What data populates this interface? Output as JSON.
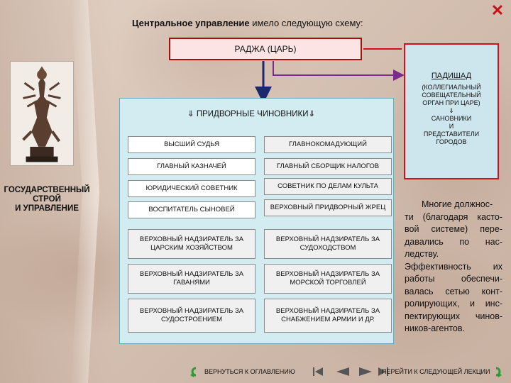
{
  "heading": {
    "bold": "Центральное управление",
    "rest": " имело следующую схему:"
  },
  "raja": "РАДЖА (ЦАРЬ)",
  "padishad": {
    "title": "ПАДИШАД",
    "text": "(КОЛЛЕГИАЛЬНЫЙ\nСОВЕЩАТЕЛЬНЫЙ\nОРГАН ПРИ ЦАРЕ)\n⇓\nСАНОВНИКИ\nИ\nПРЕДСТАВИТЕЛИ\nГОРОДОВ"
  },
  "officials_title": "⇓ ПРИДВОРНЫЕ ЧИНОВНИКИ⇓",
  "side_title": "ГОСУДАРСТВЕННЫЙ\nСТРОЙ\nИ УПРАВЛЕНИЕ",
  "cells": {
    "r1": [
      "ВЫСШИЙ СУДЬЯ",
      "ГЛАВНОКОМАДУЮЩИЙ"
    ],
    "r2": [
      "ГЛАВНЫЙ КАЗНАЧЕЙ",
      "ГЛАВНЫЙ СБОРЩИК НАЛОГОВ"
    ],
    "r3": [
      "ЮРИДИЧЕСКИЙ СОВЕТНИК",
      "СОВЕТНИК ПО ДЕЛАМ КУЛЬТА"
    ],
    "r4": [
      "ВОСПИТАТЕЛЬ СЫНОВЕЙ",
      "ВЕРХОВНЫЙ ПРИДВОРНЫЙ ЖРЕЦ"
    ],
    "r5": [
      "ВЕРХОВНЫЙ НАДЗИРАТЕЛЬ ЗА ЦАРСКИМ ХОЗЯЙСТВОМ",
      "ВЕРХОВНЫЙ НАДЗИРАТЕЛЬ ЗА СУДОХОДСТВОМ"
    ],
    "r6": [
      "ВЕРХОВНЫЙ НАДЗИРАТЕЛЬ ЗА ГАВАНЯМИ",
      "ВЕРХОВНЫЙ НАДЗИРАТЕЛЬ ЗА МОРСКОЙ ТОРГОВЛЕЙ"
    ],
    "r7": [
      "ВЕРХОВНЫЙ НАДЗИРАТЕЛЬ ЗА СУДОСТРОЕНИЕМ",
      "ВЕРХОВНЫЙ НАДЗИРАТЕЛЬ ЗА СНАБЖЕНИЕМ АРМИИ И ДР."
    ]
  },
  "description": {
    "first": "Многие должнос-",
    "rest": "ти (благодаря касто-вой системе) пере-давались по нас-ледству. Эффективность их работы обеспечи-валась сетью конт-ролирующих, и инс-пектирующих чинов-ников-агентов."
  },
  "nav": {
    "back": "ВЕРНУТЬСЯ К ОГЛАВЛЕНИЮ",
    "next": "ПЕРЕЙТИ К СЛЕДУЮЩЕЙ ЛЕКЦИИ"
  },
  "colors": {
    "accent_red": "#d1111c",
    "dark_red": "#a31010",
    "nav_green": "#2e9a3a",
    "box_blue": "#d2ecf1"
  }
}
